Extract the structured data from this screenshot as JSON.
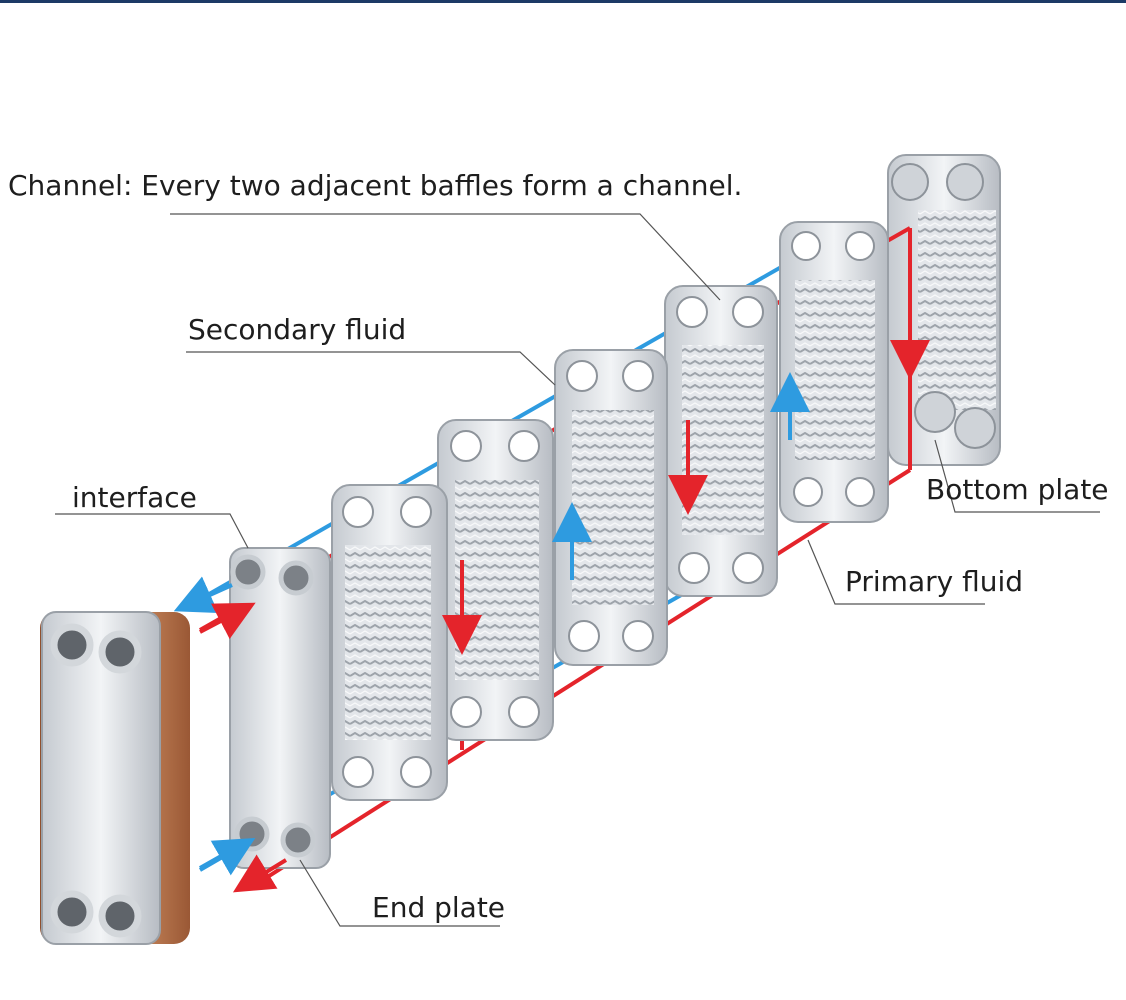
{
  "labels": {
    "channel": "Channel: Every two adjacent baffles form a channel.",
    "secondary_fluid": "Secondary fluid",
    "interface": "interface",
    "bottom_plate": "Bottom plate",
    "primary_fluid": "Primary fluid",
    "end_plate": "End plate"
  },
  "colors": {
    "secondary_fluid": "#2e9be0",
    "primary_fluid": "#e4242b",
    "leader_line": "#555555",
    "plate_metal": "#d9dde2",
    "copper": "#b8714a",
    "header_bar": "#1c3a66"
  }
}
